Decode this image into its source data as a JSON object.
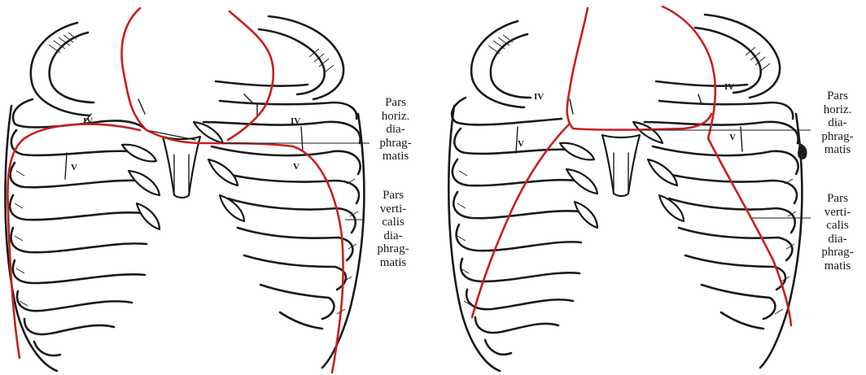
{
  "colors": {
    "ink": "#1a1a1a",
    "diaphragm_line": "#c8201e",
    "background": "#ffffff"
  },
  "figures": [
    {
      "id": "left",
      "rib_marks": [
        "IV",
        "IV",
        "V",
        "V"
      ],
      "labels": {
        "horizontal": [
          "Pars",
          "horiz.",
          "dia-",
          "phrag-",
          "matis"
        ],
        "vertical": [
          "Pars",
          "verti-",
          "calis",
          "dia-",
          "phrag-",
          "matis"
        ]
      }
    },
    {
      "id": "right",
      "rib_marks": [
        "IV",
        "IV",
        "V",
        "V"
      ],
      "labels": {
        "horizontal": [
          "Pars",
          "horiz.",
          "dia-",
          "phrag-",
          "matis"
        ],
        "vertical": [
          "Pars",
          "verti-",
          "calis",
          "dia-",
          "phrag-",
          "matis"
        ]
      }
    }
  ]
}
